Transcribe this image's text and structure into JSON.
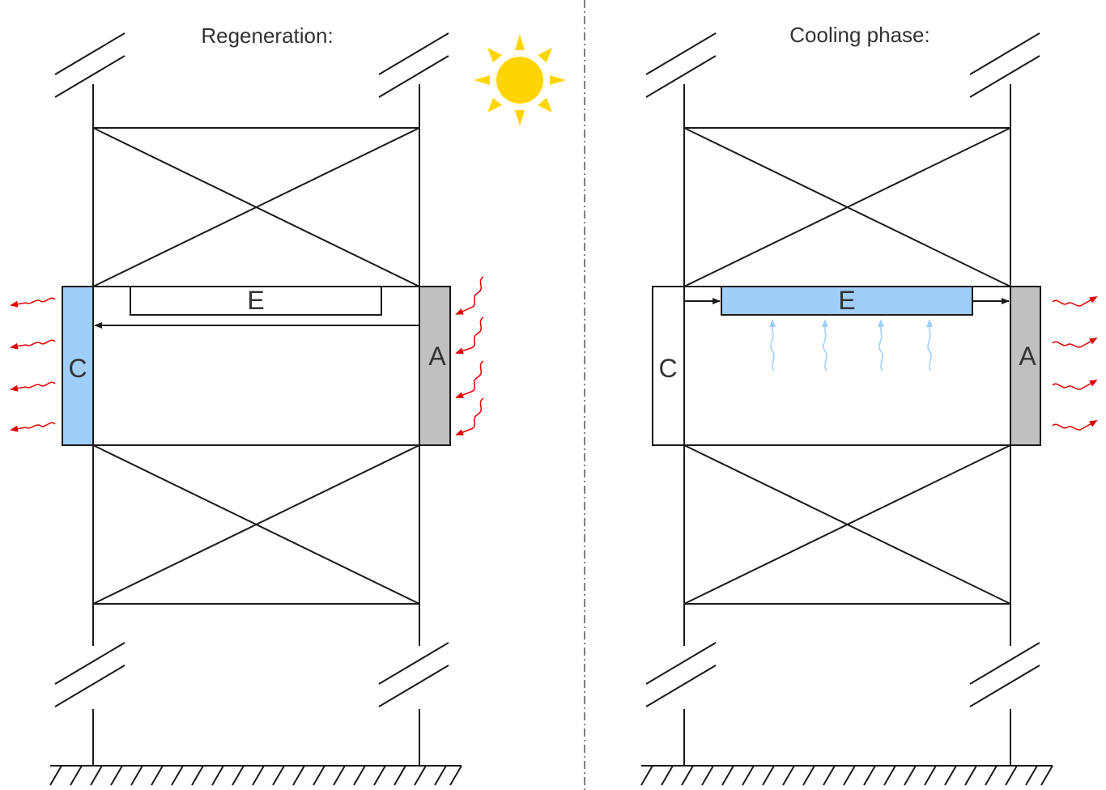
{
  "panels": [
    {
      "id": "regeneration",
      "title": "Regeneration:",
      "labels": {
        "left": "C",
        "right": "A",
        "channel": "E"
      },
      "colors": {
        "left_block": "#9FCEFA",
        "right_block": "#C0C0C0",
        "channel": "#FFFFFF",
        "waves": "#E00000"
      }
    },
    {
      "id": "cooling",
      "title": "Cooling phase:",
      "labels": {
        "left": "C",
        "right": "A",
        "channel": "E"
      },
      "colors": {
        "left_block": "#FFFFFF",
        "right_block": "#C0C0C0",
        "channel": "#9FCEFA",
        "waves": "#E00000",
        "rising_air": "#9FCEFA"
      }
    }
  ],
  "icons": [
    "sun-icon"
  ],
  "sun_color": "#FFD500"
}
